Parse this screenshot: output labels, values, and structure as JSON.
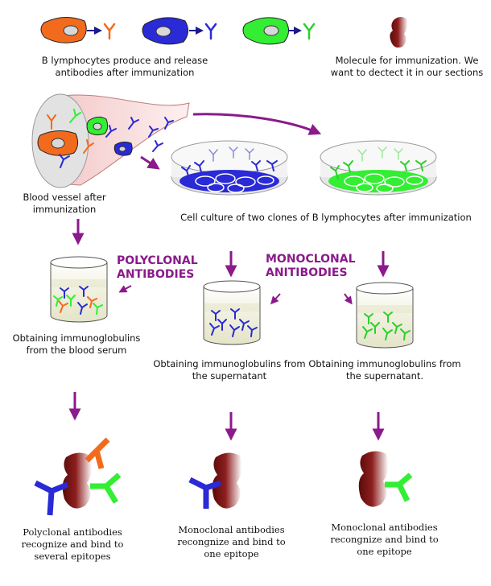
{
  "legend": {
    "b_cells": "B lymphocytes produce and release antibodies after immunization",
    "molecule": "Molecule for immunization. We want to dectect it in our sections"
  },
  "labels": {
    "vessel": "Blood vessel after immunization",
    "culture": "Cell culture of two clones of B lymphocytes after immunization",
    "polyclonal_header": "POLYCLONAL ANTIBODIES",
    "monoclonal_header": "MONOCLONAL ANITIBODIES",
    "serum": "Obtaining immunoglobulins from the blood serum",
    "supernatant_blue": "Obtaining immunoglobulins from the supernatant",
    "supernatant_green": "Obtaining immunoglobulins from the supernatant."
  },
  "results": {
    "poly": "Polyclonal antibodies recognize and bind to several epitopes",
    "mono_blue": "Monoclonal antibodies recongnize and bind to one epitope",
    "mono_green": "Monoclonal antibodies recongnize and bind to one epitope"
  },
  "colors": {
    "orange": "#f26b1d",
    "blue": "#2a2ad6",
    "green": "#33ee33",
    "purple": "#8b1a8b",
    "maroon": "#7a1212",
    "vessel_pink": "#f6d4d4"
  }
}
